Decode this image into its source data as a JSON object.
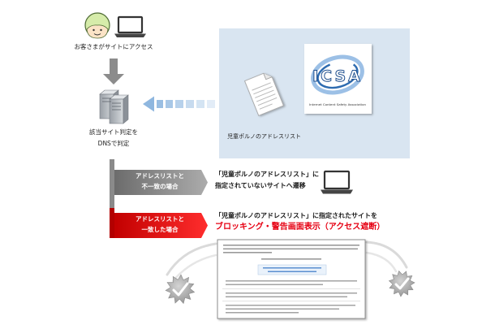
{
  "colors": {
    "background": "#ffffff",
    "list_panel": "#d9e5f1",
    "flow_arrow": "#8c8c8c",
    "list_arrow": "#8fb7df",
    "mismatch_band": "#8a8a8a",
    "match_band": "#e60000",
    "alert_text": "#e60012",
    "logo_blue": "#1f4f8e"
  },
  "customer": {
    "label": "お客さまがサイトにアクセス",
    "avatar_icon": "user-avatar-icon",
    "device_icon": "laptop-icon"
  },
  "dns": {
    "icon": "server-icon",
    "line1": "該当サイト判定を",
    "line2": "DNSで判定"
  },
  "address_list": {
    "label": "児童ポルノのアドレスリスト",
    "document_icon": "document-icon",
    "logo": {
      "mark": "ICSA",
      "name": "Internet Content Safety Association"
    }
  },
  "branches": {
    "mismatch": {
      "label_line1": "アドレスリストと",
      "label_line2": "不一致の場合",
      "result_line1": "「児童ポルノのアドレスリスト」に",
      "result_line2": "指定されていないサイトへ遷移",
      "device_icon": "laptop-icon"
    },
    "match": {
      "label_line1": "アドレスリストと",
      "label_line2": "一致した場合",
      "result_line1": "「児童ポルノのアドレスリスト」に指定されたサイトを",
      "result_line2": "ブロッキング・警告画面表示（アクセス遮断）",
      "preview_icon": "warning-page-icon",
      "decoration_icon": "blocked-burst-icon"
    }
  }
}
